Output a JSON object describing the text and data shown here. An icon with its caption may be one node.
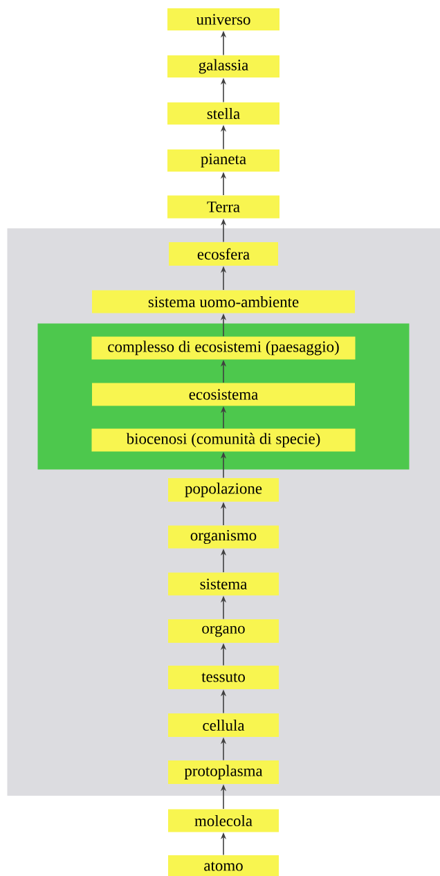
{
  "diagram": {
    "nodes": [
      {
        "text": [
          "universo"
        ]
      },
      {
        "text": [
          "galassia"
        ]
      },
      {
        "text": [
          "stella"
        ]
      },
      {
        "text": [
          "pianeta"
        ]
      },
      {
        "text": [
          "Terra"
        ]
      },
      {
        "text": [],
        "shape": "box"
      },
      {
        "text": [
          "ecosfera"
        ],
        "in": 5
      },
      {
        "text": [
          "sistema uomo-ambiente"
        ],
        "in": 5
      },
      {
        "text": [],
        "shape": "box",
        "in": 5
      },
      {
        "text": [
          "complesso di ecosistemi (paesaggio)"
        ],
        "in": 8
      },
      {
        "text": [
          "ecosistema"
        ],
        "in": 8
      },
      {
        "text": [
          "biocenosi (comunità di specie)"
        ],
        "in": 8
      },
      {
        "text": [
          "popolazione"
        ],
        "in": 5
      },
      {
        "text": [
          "organismo"
        ],
        "in": 5
      },
      {
        "text": [
          "sistema"
        ],
        "in": 5
      },
      {
        "text": [
          "organo"
        ],
        "in": 5
      },
      {
        "text": [
          "tessuto"
        ],
        "in": 5
      },
      {
        "text": [
          "cellula"
        ],
        "in": 5
      },
      {
        "text": [
          "protoplasma"
        ],
        "in": 5
      },
      {
        "text": [
          "molecola"
        ]
      },
      {
        "text": [
          "atomo"
        ]
      }
    ],
    "edges": [
      {
        "from": 1,
        "to": 0,
        "arrow": "to"
      },
      {
        "from": 2,
        "to": 1,
        "arrow": "to"
      },
      {
        "from": 3,
        "to": 2,
        "arrow": "to"
      },
      {
        "from": 4,
        "to": 3,
        "arrow": "to"
      },
      {
        "from": 6,
        "to": 4,
        "arrow": "to"
      },
      {
        "from": 7,
        "to": 6,
        "arrow": "to"
      },
      {
        "from": 9,
        "to": 7,
        "arrow": "to"
      },
      {
        "from": 10,
        "to": 9,
        "arrow": "to"
      },
      {
        "from": 11,
        "to": 10,
        "arrow": "to"
      },
      {
        "from": 12,
        "to": 11,
        "arrow": "to"
      },
      {
        "from": 13,
        "to": 12,
        "arrow": "to"
      },
      {
        "from": 14,
        "to": 13,
        "arrow": "to"
      },
      {
        "from": 15,
        "to": 14,
        "arrow": "to"
      },
      {
        "from": 16,
        "to": 15,
        "arrow": "to"
      },
      {
        "from": 17,
        "to": 16,
        "arrow": "to"
      },
      {
        "from": 18,
        "to": 17,
        "arrow": "to"
      },
      {
        "from": 19,
        "to": 18,
        "arrow": "to"
      },
      {
        "from": 20,
        "to": 19,
        "arrow": "to"
      }
    ]
  }
}
